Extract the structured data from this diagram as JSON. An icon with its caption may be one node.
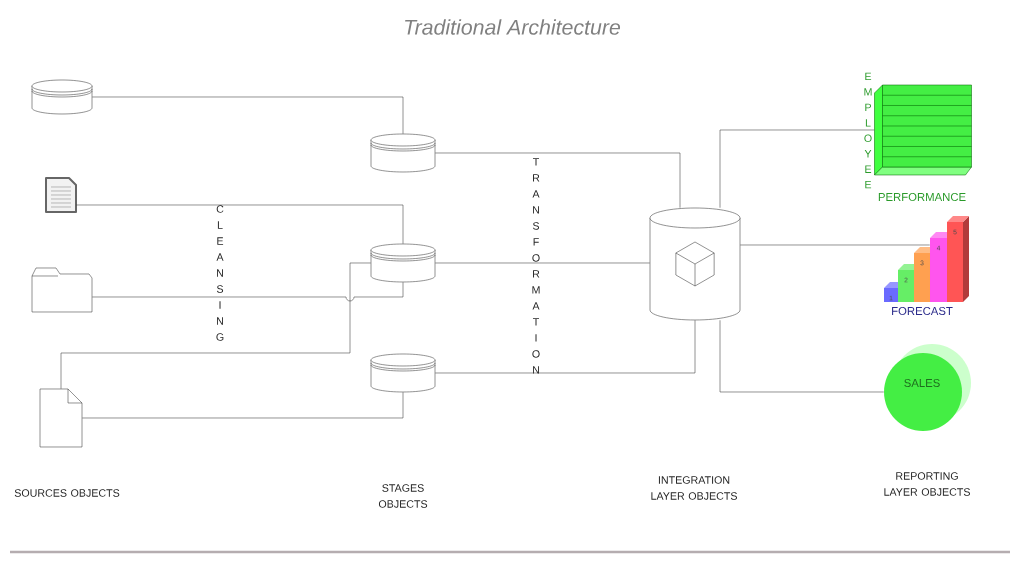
{
  "diagram": {
    "title": "Traditional Architecture",
    "nodes": [
      {
        "text": [],
        "shape": "cylinder"
      },
      {
        "text": [],
        "shape": "picture"
      },
      {
        "text": [],
        "shape": "picture"
      },
      {
        "text": [],
        "shape": "picture"
      },
      {
        "text": [],
        "shape": "cylinder"
      },
      {
        "text": [],
        "shape": "cylinder"
      },
      {
        "text": [],
        "shape": "cylinder"
      },
      {
        "text": [],
        "shape": "cylinder"
      },
      {
        "text": [
          "EMPLOYEE",
          "PERFORMANCE"
        ]
      },
      {
        "text": [
          "1",
          "2",
          "3",
          "4",
          "5",
          "FORECAST"
        ]
      },
      {
        "text": [
          "SALES"
        ]
      }
    ],
    "edges": [
      {
        "from": 0,
        "to": 4,
        "arrow": "none"
      },
      {
        "from": 1,
        "to": 5,
        "arrow": "none"
      },
      {
        "from": 2,
        "to": 5,
        "arrow": "none"
      },
      {
        "from": 3,
        "to": 5,
        "arrow": "none"
      },
      {
        "from": 3,
        "to": 6,
        "arrow": "none"
      },
      {
        "from": 4,
        "to": 7,
        "arrow": "none"
      },
      {
        "from": 5,
        "to": 7,
        "arrow": "none"
      },
      {
        "from": 6,
        "to": 7,
        "arrow": "none"
      },
      {
        "from": 7,
        "to": 8,
        "arrow": "none"
      },
      {
        "from": 7,
        "to": 9,
        "arrow": "none"
      },
      {
        "from": 7,
        "to": 10,
        "arrow": "none"
      }
    ],
    "labels": [
      "CLEANSING",
      "TRANSFORMATION",
      "SOURCES OBJECTS",
      "STAGES OBJECTS",
      "INTEGRATION LAYER OBJECTS",
      "REPORTING LAYER OBJECTS"
    ]
  }
}
